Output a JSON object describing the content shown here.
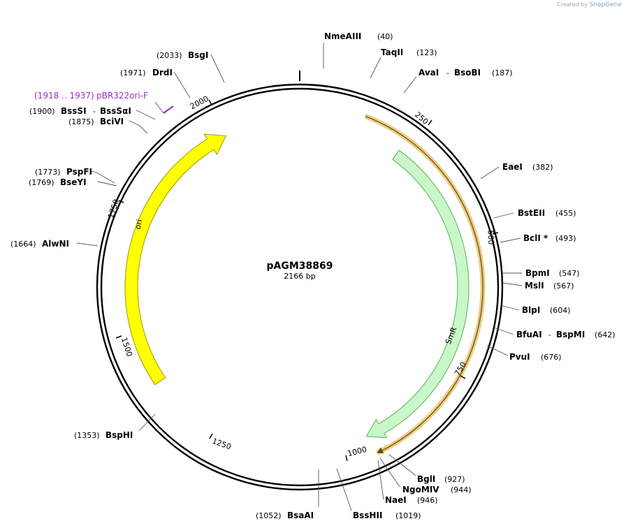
{
  "credit": {
    "prefix": "Created by",
    "brand": "SnapGene"
  },
  "plasmid": {
    "name": "pAGM38869",
    "size_label": "2166 bp"
  },
  "ticks": [
    "250",
    "500",
    "750",
    "1000",
    "1250",
    "1500",
    "1750",
    "2000"
  ],
  "features": [
    {
      "name": "SmR",
      "color": "#c9f7c9",
      "stroke": "#5aaf5a"
    },
    {
      "name": "ori",
      "color": "#ffff00",
      "stroke": "#9a9a00"
    }
  ],
  "primer": {
    "range": "(1918 .. 1937)",
    "name": "pBR322ori-F",
    "color": "#9b2fc7"
  },
  "cds_arc_color": "#d8a020",
  "sites": [
    {
      "name": "NmeAIII",
      "pos": "(40)"
    },
    {
      "name": "TaqII",
      "pos": "(123)"
    },
    {
      "name": "AvaI",
      "name2": "BsoBI",
      "pos": "(187)"
    },
    {
      "name": "EaeI",
      "pos": "(382)"
    },
    {
      "name": "BstEII",
      "pos": "(455)"
    },
    {
      "name": "BclI *",
      "pos": "(493)"
    },
    {
      "name": "BpmI",
      "pos": "(547)"
    },
    {
      "name": "MslI",
      "pos": "(567)"
    },
    {
      "name": "BlpI",
      "pos": "(604)"
    },
    {
      "name": "BfuAI",
      "name2": "BspMI",
      "pos": "(642)"
    },
    {
      "name": "PvuI",
      "pos": "(676)"
    },
    {
      "name": "BglI",
      "pos": "(927)"
    },
    {
      "name": "NgoMIV",
      "pos": "(944)"
    },
    {
      "name": "NaeI",
      "pos": "(946)"
    },
    {
      "name": "BssHII",
      "pos": "(1019)"
    },
    {
      "name": "BsaAI",
      "pos": "(1052)"
    },
    {
      "name": "BspHI",
      "pos": "(1353)"
    },
    {
      "name": "AlwNI",
      "pos": "(1664)"
    },
    {
      "name": "BseYI",
      "pos": "(1769)"
    },
    {
      "name": "PspFI",
      "pos": "(1773)"
    },
    {
      "name": "BciVI",
      "pos": "(1875)"
    },
    {
      "name": "BssSI",
      "name2": "BssSαI",
      "pos": "(1900)"
    },
    {
      "name": "DrdI",
      "pos": "(1971)"
    },
    {
      "name": "BsgI",
      "pos": "(2033)"
    }
  ]
}
